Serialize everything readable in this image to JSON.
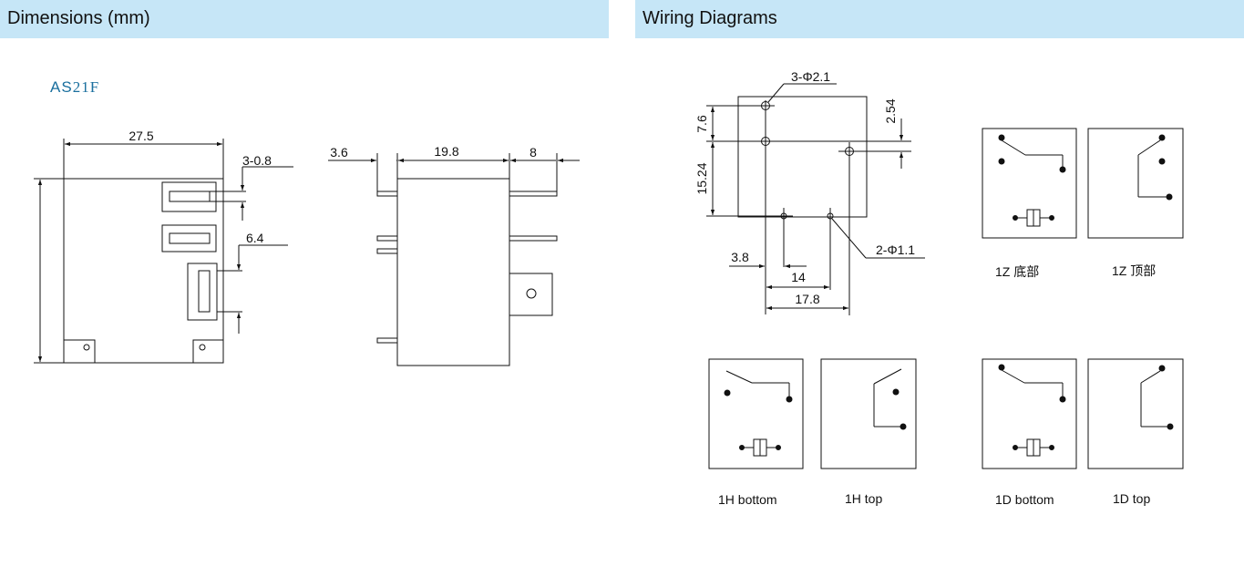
{
  "sections": {
    "dimensions_title": "Dimensions (mm)",
    "wiring_title": "Wiring Diagrams"
  },
  "model": {
    "prefix": "AS",
    "suffix": "21F"
  },
  "front_view": {
    "width": "27.5",
    "terminal_thickness": "3-0.8",
    "terminal_width": "6.4"
  },
  "side_view": {
    "left_gap": "3.6",
    "body_depth": "19.8",
    "pin_length": "8"
  },
  "pcb_layout": {
    "holes_large": "3-Φ2.1",
    "holes_small": "2-Φ1.1",
    "v_upper": "7.6",
    "v_lower": "15.24",
    "v_right": "2.54",
    "h_left": "3.8",
    "h_mid": "14",
    "h_total": "17.8"
  },
  "captions": {
    "z_bottom": "1Z 底部",
    "z_top": "1Z 顶部",
    "h_bottom": "1H bottom",
    "h_top": "1H top",
    "d_bottom": "1D bottom",
    "d_top": "1D top"
  }
}
